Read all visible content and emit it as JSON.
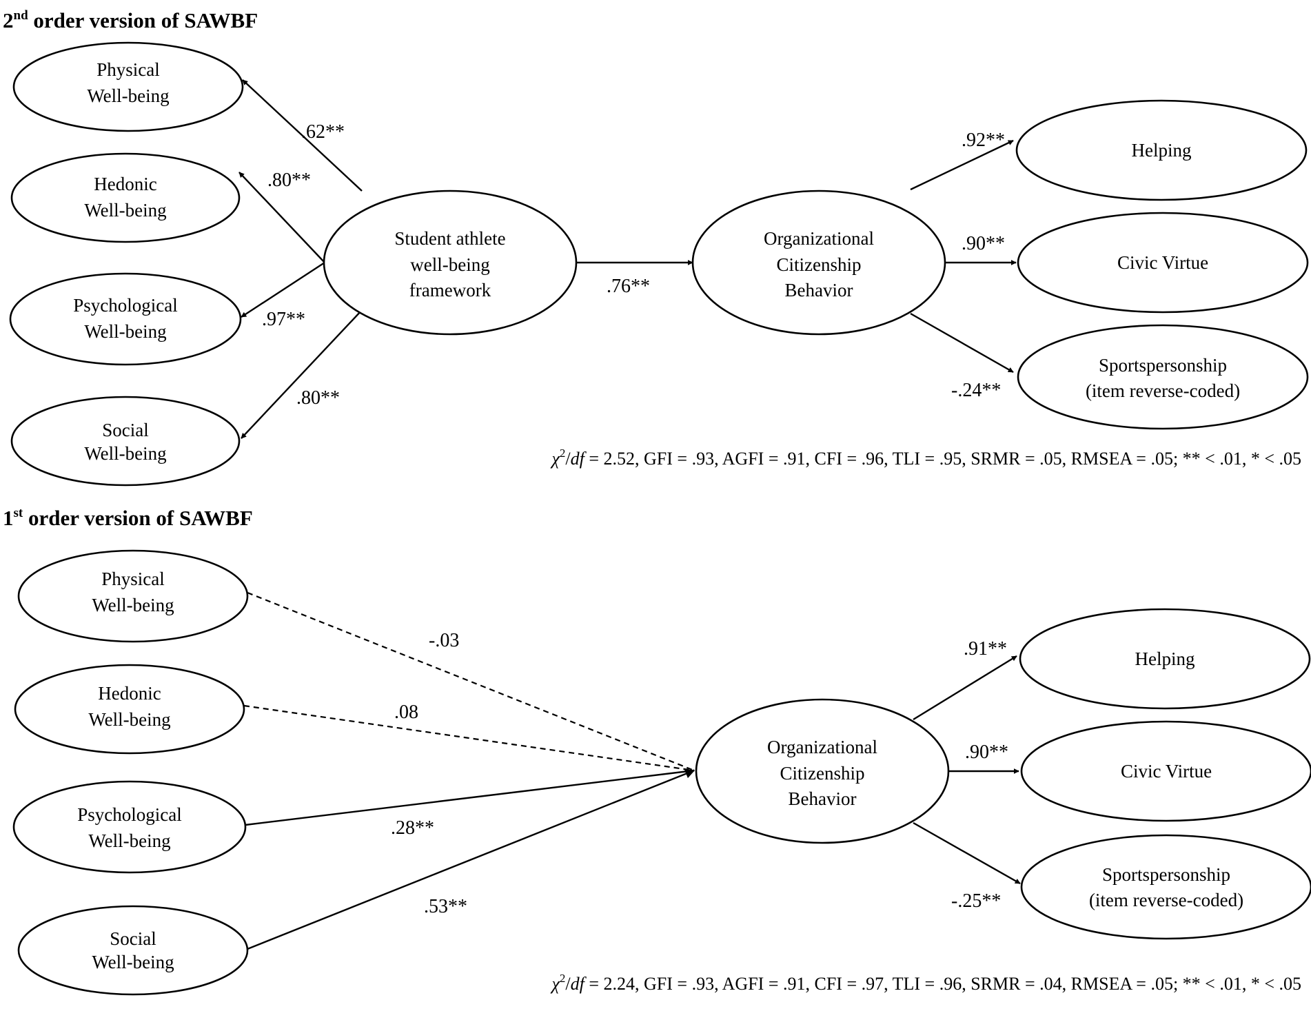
{
  "panels": [
    {
      "title_prefix": "2",
      "title_sup": "nd",
      "title_rest": " order version of SAWBF",
      "nodes": {
        "physical": [
          "Physical",
          "Well-being"
        ],
        "hedonic": [
          "Hedonic",
          "Well-being"
        ],
        "psychological": [
          "Psychological",
          "Well-being"
        ],
        "social": [
          "Social",
          "Well-being"
        ],
        "sawbf": [
          "Student athlete",
          "well-being",
          "framework"
        ],
        "ocb": [
          "Organizational",
          "Citizenship",
          "Behavior"
        ],
        "helping": [
          "Helping"
        ],
        "civic": [
          "Civic Virtue"
        ],
        "sports": [
          "Sportspersonship",
          "(item reverse-coded)"
        ]
      },
      "paths": {
        "sawbf_physical": ".62**",
        "sawbf_hedonic": ".80**",
        "sawbf_psychological": ".97**",
        "sawbf_social": ".80**",
        "sawbf_ocb": ".76**",
        "ocb_helping": ".92**",
        "ocb_civic": ".90**",
        "ocb_sports": "-.24**"
      },
      "fit": {
        "chi": "χ",
        "sup": "2",
        "slash": "/",
        "df": "df",
        "rest": " = 2.52, GFI = .93, AGFI = .91, CFI = .96, TLI = .95, SRMR = .05, RMSEA = .05; ** < .01, * < .05"
      }
    },
    {
      "title_prefix": "1",
      "title_sup": "st",
      "title_rest": " order version of SAWBF",
      "nodes": {
        "physical": [
          "Physical",
          "Well-being"
        ],
        "hedonic": [
          "Hedonic",
          "Well-being"
        ],
        "psychological": [
          "Psychological",
          "Well-being"
        ],
        "social": [
          "Social",
          "Well-being"
        ],
        "ocb": [
          "Organizational",
          "Citizenship",
          "Behavior"
        ],
        "helping": [
          "Helping"
        ],
        "civic": [
          "Civic Virtue"
        ],
        "sports": [
          "Sportspersonship",
          "(item reverse-coded)"
        ]
      },
      "paths": {
        "physical_ocb": "-.03",
        "hedonic_ocb": ".08",
        "psychological_ocb": ".28**",
        "social_ocb": ".53**",
        "ocb_helping": ".91**",
        "ocb_civic": ".90**",
        "ocb_sports": "-.25**"
      },
      "fit": {
        "chi": "χ",
        "sup": "2",
        "slash": "/",
        "df": "df",
        "rest": " = 2.24, GFI = .93, AGFI = .91, CFI = .97, TLI = .96, SRMR = .04, RMSEA = .05; ** < .01, * < .05"
      }
    }
  ]
}
